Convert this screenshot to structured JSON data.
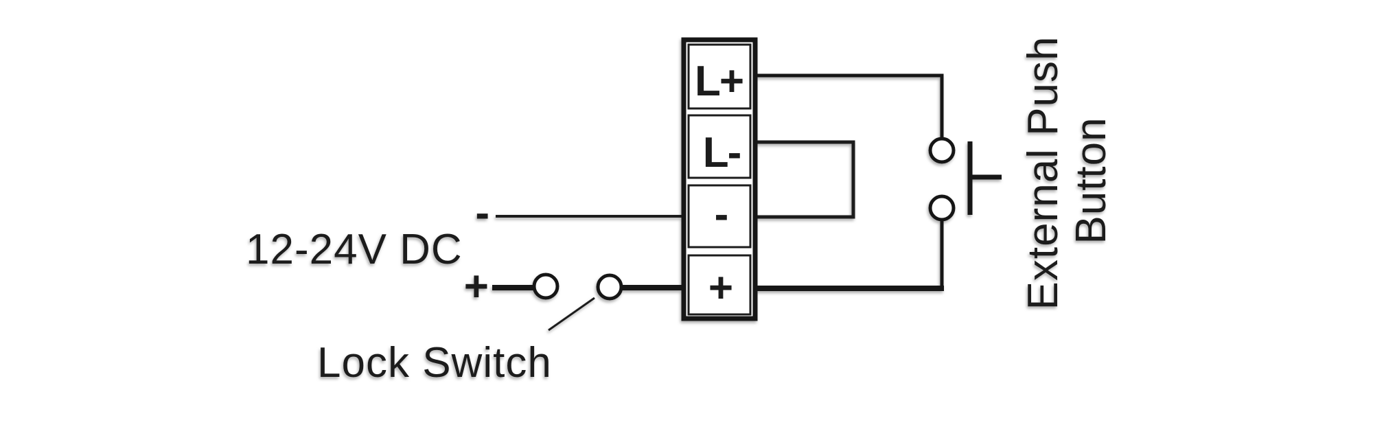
{
  "diagram": {
    "title_semantic": "Wiring diagram: terminal block with lock switch and external push button",
    "colors": {
      "background": "#ffffff",
      "line": "#161616",
      "text": "#1a1a1a",
      "shadow": "#9a9a9a"
    },
    "terminal_block": {
      "terminals": [
        {
          "label": "L+"
        },
        {
          "label": "L-"
        },
        {
          "label": "-"
        },
        {
          "label": "+"
        }
      ]
    },
    "power_supply": {
      "label": "12-24V DC",
      "minus_label": "-",
      "plus_label": "+"
    },
    "lock_switch": {
      "label": "Lock Switch"
    },
    "external_push_button": {
      "label_line1": "External Push",
      "label_line2": "Button"
    }
  }
}
